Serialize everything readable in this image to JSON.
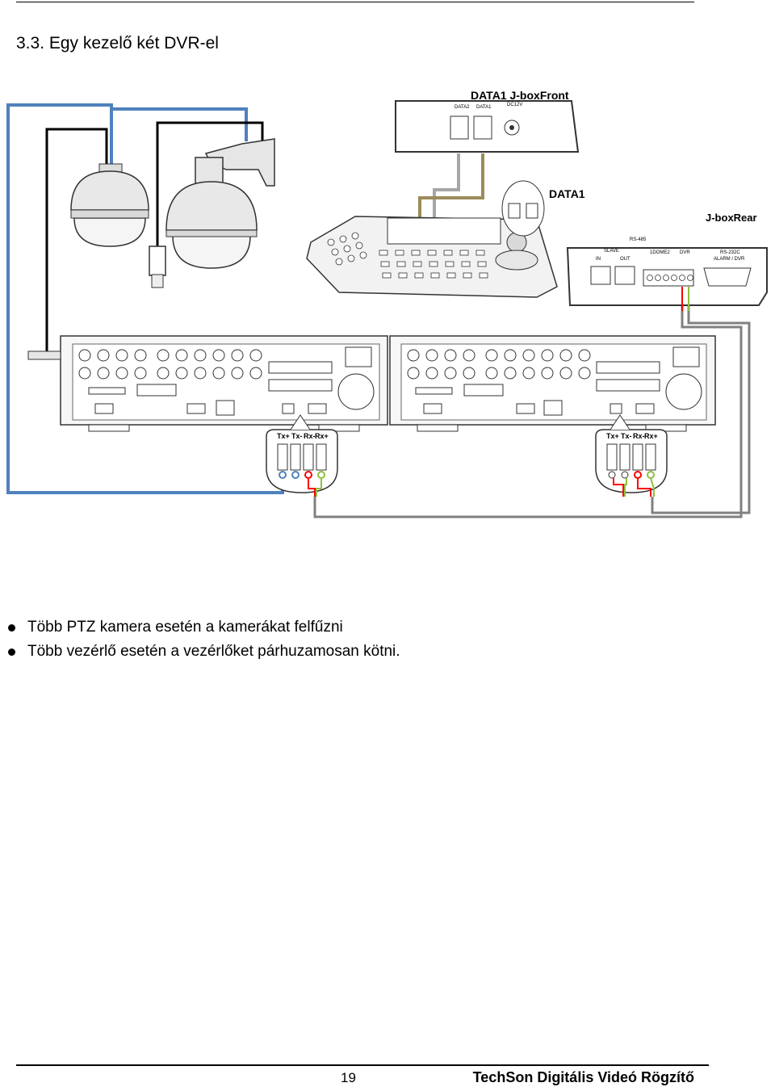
{
  "section": {
    "title": "3.3. Egy kezelő két DVR-el"
  },
  "diagram": {
    "jbox_front": {
      "title": "DATA1  J-boxFront",
      "port_labels": [
        "DATA2",
        "DATA1",
        "DC12V"
      ]
    },
    "keyboard_data_label": "DATA1",
    "jbox_rear": {
      "title": "J-boxRear",
      "labels": [
        "RS-485",
        "SLAVE",
        "IN",
        "OUT",
        "1DOME2",
        "DVR",
        "RS-232C",
        "ALARM / DVR"
      ]
    },
    "dvr_terminals": [
      "Tx+",
      "Tx-",
      "Rx-",
      "Rx+"
    ],
    "colors": {
      "blue_cable": "#4f81bd",
      "black_cable": "#000000",
      "gray_cable": "#808080",
      "olive_cable": "#9c8c5a",
      "red_wire": "#ff0000",
      "green_wire": "#8fbf3f"
    }
  },
  "bullets": [
    "Több PTZ kamera esetén a kamerákat felfűzni",
    "Több vezérlő esetén a vezérlőket párhuzamosan kötni."
  ],
  "footer": {
    "page_number": "19",
    "title": "TechSon Digitális Videó Rögzítő"
  }
}
